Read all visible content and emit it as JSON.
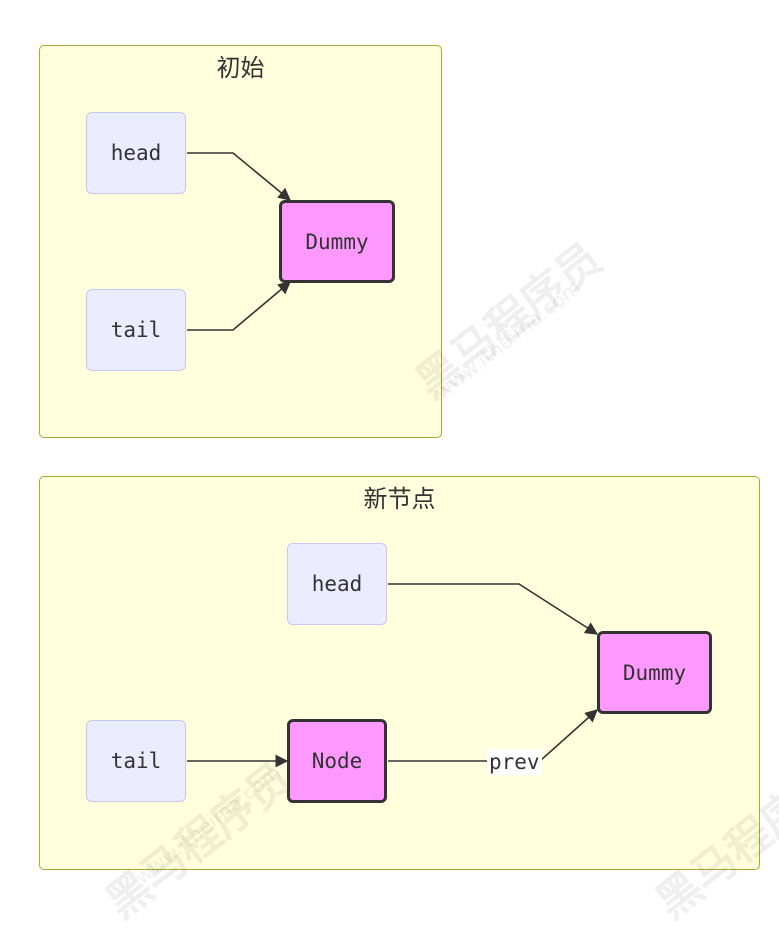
{
  "clusters": [
    {
      "title": "初始",
      "nodes": {
        "head": "head",
        "tail": "tail",
        "dummy": "Dummy"
      }
    },
    {
      "title": "新节点",
      "nodes": {
        "head": "head",
        "tail": "tail",
        "node": "Node",
        "dummy": "Dummy"
      },
      "edge_label": "prev"
    }
  ],
  "watermark": {
    "brand": "黑马程序员",
    "url": "www.itheima.com"
  },
  "colors": {
    "cluster_fill": "#ffffde",
    "cluster_border": "#aaaa33",
    "node_fill": "#ececff",
    "node_border": "#c7c7f5",
    "highlight_fill": "#ff99ff",
    "highlight_border": "#333333",
    "edge": "#333333"
  }
}
